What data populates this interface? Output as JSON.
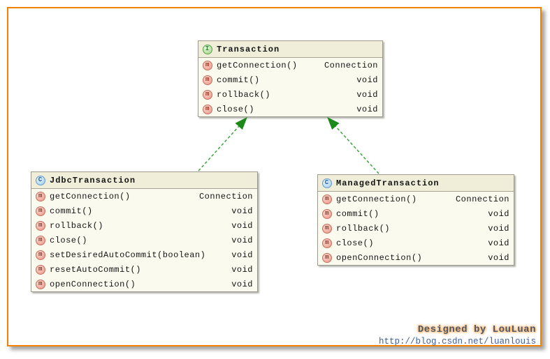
{
  "diagram": {
    "icons": {
      "interface": "I",
      "class": "C",
      "method": "m"
    },
    "classes": [
      {
        "name": "Transaction",
        "kind": "interface",
        "methods": [
          {
            "signature": "getConnection()",
            "returns": "Connection"
          },
          {
            "signature": "commit()",
            "returns": "void"
          },
          {
            "signature": "rollback()",
            "returns": "void"
          },
          {
            "signature": "close()",
            "returns": "void"
          }
        ]
      },
      {
        "name": "JdbcTransaction",
        "kind": "class",
        "methods": [
          {
            "signature": "getConnection()",
            "returns": "Connection"
          },
          {
            "signature": "commit()",
            "returns": "void"
          },
          {
            "signature": "rollback()",
            "returns": "void"
          },
          {
            "signature": "close()",
            "returns": "void"
          },
          {
            "signature": "setDesiredAutoCommit(boolean)",
            "returns": "void"
          },
          {
            "signature": "resetAutoCommit()",
            "returns": "void"
          },
          {
            "signature": "openConnection()",
            "returns": "void"
          }
        ]
      },
      {
        "name": "ManagedTransaction",
        "kind": "class",
        "methods": [
          {
            "signature": "getConnection()",
            "returns": "Connection"
          },
          {
            "signature": "commit()",
            "returns": "void"
          },
          {
            "signature": "rollback()",
            "returns": "void"
          },
          {
            "signature": "close()",
            "returns": "void"
          },
          {
            "signature": "openConnection()",
            "returns": "void"
          }
        ]
      }
    ],
    "relations": [
      {
        "from": "JdbcTransaction",
        "to": "Transaction",
        "type": "realization"
      },
      {
        "from": "ManagedTransaction",
        "to": "Transaction",
        "type": "realization"
      }
    ]
  },
  "watermark": {
    "title": "Designed by LouLuan",
    "url": "http://blog.csdn.net/luanlouis"
  },
  "colors": {
    "frame_border": "#F08200",
    "box_background": "#FBFAEF",
    "header_background": "#F0EDD9",
    "box_border": "#9A9A90",
    "arrow_green": "#1E941E",
    "watermark_title": "#4A5B6E",
    "watermark_glow": "#FFB366",
    "watermark_url": "#3E5F9F"
  }
}
